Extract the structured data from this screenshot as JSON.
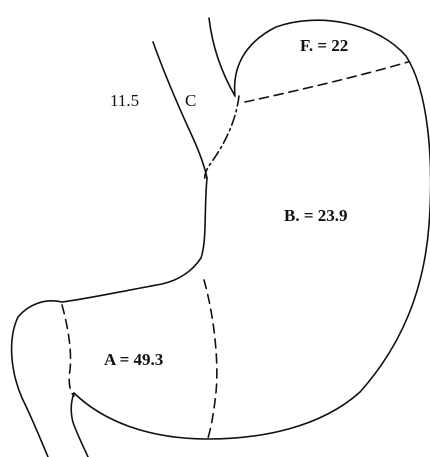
{
  "labels": {
    "cardia_value": "11.5",
    "cardia_letter": "C",
    "fundus": "F. = 22",
    "body": "B. = 23.9",
    "antrum": "A = 49.3"
  }
}
